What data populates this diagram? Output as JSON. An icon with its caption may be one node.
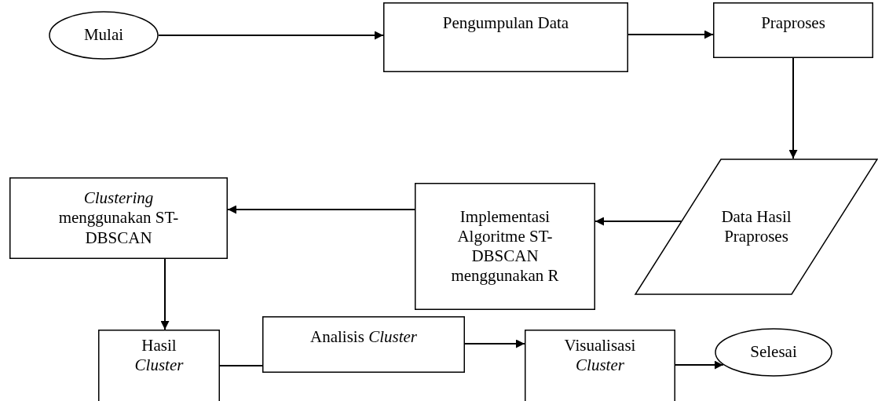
{
  "diagram": {
    "nodes": [
      {
        "text": [
          "Mulai"
        ]
      },
      {
        "text": [
          "Pengumpulan Data"
        ]
      },
      {
        "text": [
          "Praproses"
        ]
      },
      {
        "text": [
          "Data Hasil Praproses"
        ]
      },
      {
        "text": [
          "Implementasi Algoritme ST-DBSCAN menggunakan R"
        ]
      },
      {
        "text": [
          "*Clustering* menggunakan ST-DBSCAN"
        ]
      },
      {
        "text": [
          "Hasil *Cluster*"
        ]
      },
      {
        "text": [
          "Analisis *Cluster*"
        ]
      },
      {
        "text": [
          "Visualisasi *Cluster*"
        ]
      },
      {
        "text": [
          "Selesai"
        ]
      }
    ],
    "edges": [
      {
        "from": 0,
        "to": 1,
        "arrow": "to"
      },
      {
        "from": 1,
        "to": 2,
        "arrow": "to"
      },
      {
        "from": 2,
        "to": 3,
        "arrow": "to"
      },
      {
        "from": 3,
        "to": 4,
        "arrow": "to"
      },
      {
        "from": 4,
        "to": 5,
        "arrow": "to"
      },
      {
        "from": 5,
        "to": 6,
        "arrow": "to"
      },
      {
        "from": 6,
        "to": 7,
        "arrow": "none"
      },
      {
        "from": 7,
        "to": 8,
        "arrow": "to"
      },
      {
        "from": 8,
        "to": 9,
        "arrow": "to"
      }
    ]
  }
}
